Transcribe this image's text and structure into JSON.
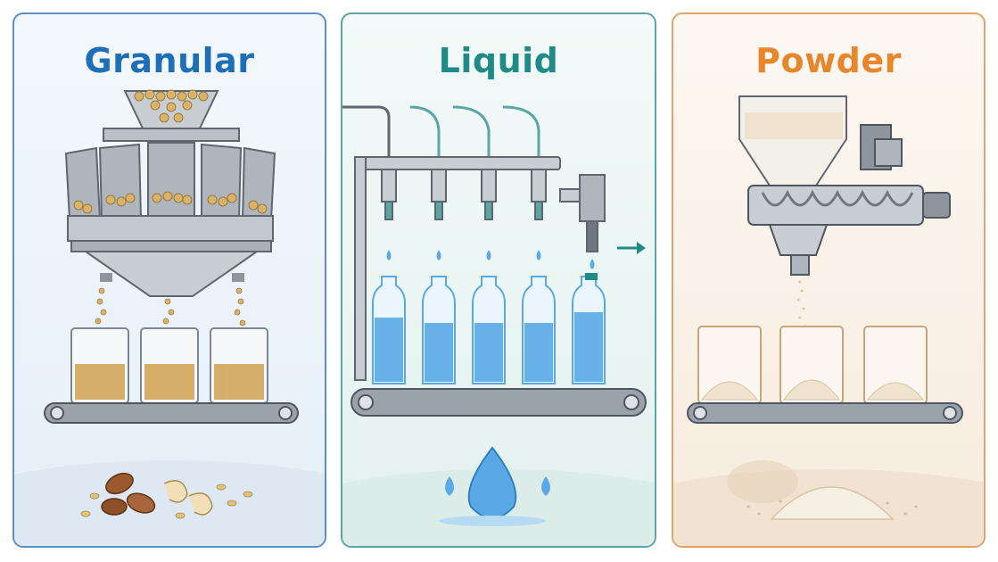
{
  "panels": [
    {
      "title": "Granular",
      "color": "#1f6fb7"
    },
    {
      "title": "Liquid",
      "color": "#1f8a86"
    },
    {
      "title": "Powder",
      "color": "#e8862e"
    }
  ],
  "colors": {
    "steel": "#c9ced4",
    "steel_dark": "#6f7781",
    "water": "#5aa9e6",
    "grain": "#d9b36a",
    "powder": "#efe3cf",
    "arrow": "#1f8a86"
  },
  "icons": [
    "multihead-weigher-icon",
    "bottle-filler-icon",
    "auger-filler-icon",
    "arrow-right-icon",
    "water-drop-icon",
    "nuts-icon",
    "powder-pile-icon"
  ]
}
